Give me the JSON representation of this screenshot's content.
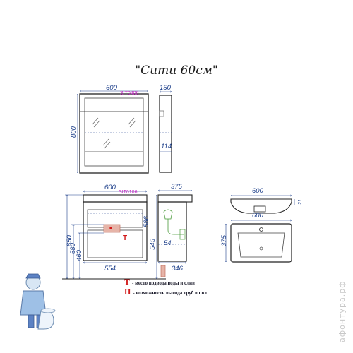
{
  "title": "\"Сити 60см\"",
  "mirror_front": {
    "width_label": "600",
    "height_label": "800",
    "code": "SIT0406"
  },
  "mirror_side": {
    "depth_label": "150",
    "shelf_label": "114"
  },
  "cabinet_front": {
    "width_label": "600",
    "code": "SIT0106",
    "height_label": "850",
    "h580_label": "580",
    "h460_label": "460",
    "bottom_width_label": "554",
    "marker": "T"
  },
  "cabinet_side": {
    "depth_label": "375",
    "h586_label": "586",
    "h545_label": "545",
    "h54_label": "54",
    "bottom_depth_label": "346"
  },
  "basin_front": {
    "width_label": "600",
    "height_label": "21"
  },
  "basin_top": {
    "width_label": "600",
    "depth_label": "375"
  },
  "legend": [
    {
      "symbol": "T",
      "text": "- место подвода воды и слив"
    },
    {
      "symbol": "П",
      "text": "- возможность вывода труб в пол"
    }
  ],
  "watermark": "афонтура.рф",
  "colors": {
    "dimension": "#1d3f8a",
    "code": "#c020c0",
    "marker": "#d21a1a",
    "outline": "#222222"
  }
}
